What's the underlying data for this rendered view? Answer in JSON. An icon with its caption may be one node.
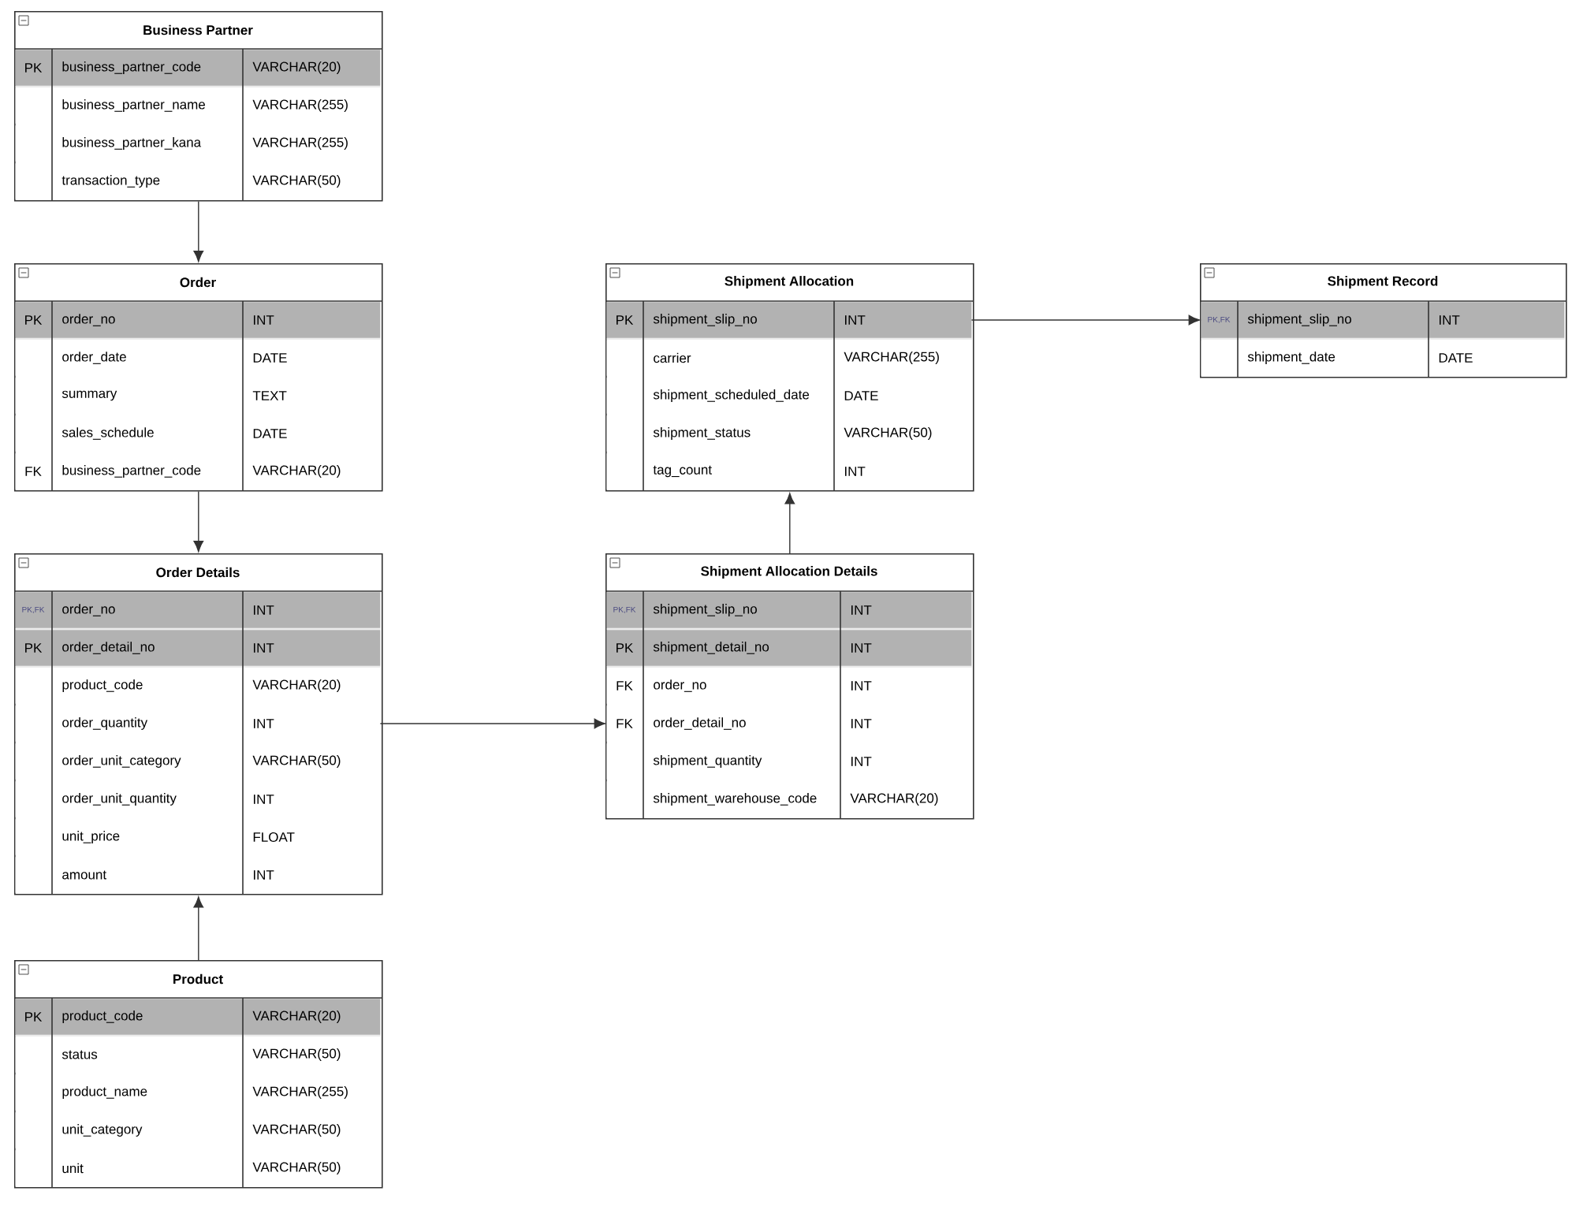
{
  "diagram": {
    "nodes": [
      {
        "text": [
          "Business Partner"
        ]
      },
      {
        "text": [
          "PK",
          "business_partner_code",
          "VARCHAR(20)"
        ],
        "in": 0
      },
      {
        "text": [
          "business_partner_name",
          "VARCHAR(255)"
        ],
        "in": 0
      },
      {
        "text": [
          "business_partner_kana",
          "VARCHAR(255)"
        ],
        "in": 0
      },
      {
        "text": [
          "transaction_type",
          "VARCHAR(50)"
        ],
        "in": 0
      },
      {
        "text": [
          "Order"
        ]
      },
      {
        "text": [
          "PK",
          "order_no",
          "INT"
        ],
        "in": 5
      },
      {
        "text": [
          "order_date",
          "DATE"
        ],
        "in": 5
      },
      {
        "text": [
          "summary",
          "TEXT"
        ],
        "in": 5
      },
      {
        "text": [
          "sales_schedule",
          "DATE"
        ],
        "in": 5
      },
      {
        "text": [
          "FK",
          "business_partner_code",
          "VARCHAR(20)"
        ],
        "in": 5
      },
      {
        "text": [
          "Shipment Allocation"
        ]
      },
      {
        "text": [
          "PK",
          "shipment_slip_no",
          "INT"
        ],
        "in": 11
      },
      {
        "text": [
          "carrier",
          "VARCHAR(255)"
        ],
        "in": 11
      },
      {
        "text": [
          "shipment_scheduled_date",
          "DATE"
        ],
        "in": 11
      },
      {
        "text": [
          "shipment_status",
          "VARCHAR(50)"
        ],
        "in": 11
      },
      {
        "text": [
          "tag_count",
          "INT"
        ],
        "in": 11
      },
      {
        "text": [
          "Shipment Record"
        ]
      },
      {
        "text": [
          "PK,FK",
          "shipment_slip_no",
          "INT"
        ],
        "in": 17
      },
      {
        "text": [
          "shipment_date",
          "DATE"
        ],
        "in": 17
      },
      {
        "text": [
          "Order Details"
        ]
      },
      {
        "text": [
          "PK,FK",
          "order_no",
          "INT"
        ],
        "in": 20
      },
      {
        "text": [
          "PK",
          "order_detail_no",
          "INT"
        ],
        "in": 20
      },
      {
        "text": [
          "product_code",
          "VARCHAR(20)"
        ],
        "in": 20
      },
      {
        "text": [
          "order_quantity",
          "INT"
        ],
        "in": 20
      },
      {
        "text": [
          "order_unit_category",
          "VARCHAR(50)"
        ],
        "in": 20
      },
      {
        "text": [
          "order_unit_quantity",
          "INT"
        ],
        "in": 20
      },
      {
        "text": [
          "unit_price",
          "FLOAT"
        ],
        "in": 20
      },
      {
        "text": [
          "amount",
          "INT"
        ],
        "in": 20
      },
      {
        "text": [
          "Shipment Allocation Details"
        ]
      },
      {
        "text": [
          "PK,FK",
          "shipment_slip_no",
          "INT"
        ],
        "in": 29
      },
      {
        "text": [
          "PK",
          "shipment_detail_no",
          "INT"
        ],
        "in": 29
      },
      {
        "text": [
          "FK",
          "order_no",
          "INT"
        ],
        "in": 29
      },
      {
        "text": [
          "FK",
          "order_detail_no",
          "INT"
        ],
        "in": 29
      },
      {
        "text": [
          "shipment_quantity",
          "INT"
        ],
        "in": 29
      },
      {
        "text": [
          "shipment_warehouse_code",
          "VARCHAR(20)"
        ],
        "in": 29
      },
      {
        "text": [
          "Product"
        ]
      },
      {
        "text": [
          "PK",
          "product_code",
          "VARCHAR(20)"
        ],
        "in": 36
      },
      {
        "text": [
          "status",
          "VARCHAR(50)"
        ],
        "in": 36
      },
      {
        "text": [
          "product_name",
          "VARCHAR(255)"
        ],
        "in": 36
      },
      {
        "text": [
          "unit_category",
          "VARCHAR(50)"
        ],
        "in": 36
      },
      {
        "text": [
          "unit",
          "VARCHAR(50)"
        ],
        "in": 36
      }
    ],
    "edges": [
      {
        "from": 0,
        "to": 5,
        "arrow": "to"
      },
      {
        "from": 5,
        "to": 20,
        "arrow": "to"
      },
      {
        "from": 24,
        "to": 33,
        "arrow": "to"
      },
      {
        "from": 36,
        "to": 20,
        "arrow": "to"
      },
      {
        "from": 29,
        "to": 11,
        "arrow": "to"
      },
      {
        "from": 12,
        "to": 18,
        "arrow": "to"
      }
    ]
  }
}
